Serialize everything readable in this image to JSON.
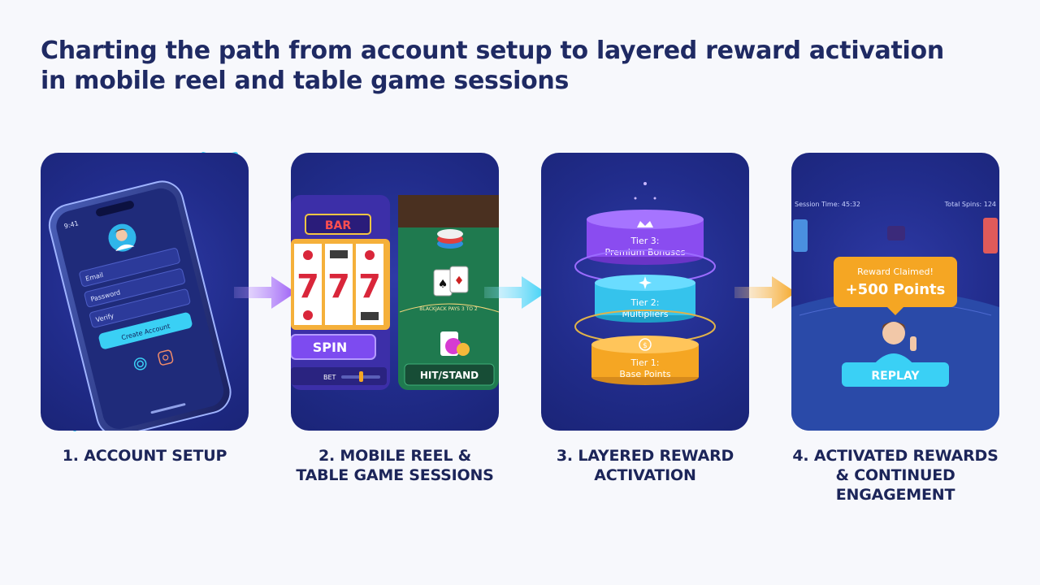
{
  "title": {
    "line1": "Charting the path from account setup to layered reward activation",
    "line2": "in mobile reel and table game sessions"
  },
  "colors": {
    "panel_bg": "#212c8b",
    "accent_cyan": "#3ad0f5",
    "accent_purple": "#8a4cf0",
    "accent_orange": "#f5a623",
    "title_text": "#1f2a63"
  },
  "steps": [
    {
      "label_line1": "1. ACCOUNT SETUP",
      "label_line2": "",
      "label_line3": "",
      "phone": {
        "fields": [
          "Email",
          "Password",
          "Verify"
        ],
        "button": "Create Account",
        "icons": [
          "avatar-icon",
          "fingerprint-icon",
          "face-id-icon"
        ]
      }
    },
    {
      "label_line1": "2. MOBILE REEL &",
      "label_line2": "TABLE GAME SESSIONS",
      "label_line3": "",
      "slot": {
        "sign": "BAR",
        "reels": [
          "7",
          "7",
          "7"
        ],
        "button": "SPIN",
        "bet": "BET"
      },
      "table": {
        "felt_text": "BLACKJACK PAYS 3 TO 2",
        "button": "HIT/STAND"
      }
    },
    {
      "label_line1": "3. LAYERED REWARD",
      "label_line2": "ACTIVATION",
      "label_line3": "",
      "tiers": [
        {
          "line1": "Tier 3:",
          "line2": "Premium Bonuses",
          "icon": "crown-icon"
        },
        {
          "line1": "Tier 2:",
          "line2": "Multipliers",
          "icon": "sparkle-icon"
        },
        {
          "line1": "Tier 1:",
          "line2": "Base Points",
          "icon": "coin-icon"
        }
      ]
    },
    {
      "label_line1": "4. ACTIVATED REWARDS",
      "label_line2": "& CONTINUED",
      "label_line3": "ENGAGEMENT",
      "hud": {
        "session": "Session Time: 45:32",
        "spins": "Total Spins: 124"
      },
      "bubble": {
        "line1": "Reward Claimed!",
        "line2": "+500 Points"
      },
      "button": "REPLAY"
    }
  ]
}
